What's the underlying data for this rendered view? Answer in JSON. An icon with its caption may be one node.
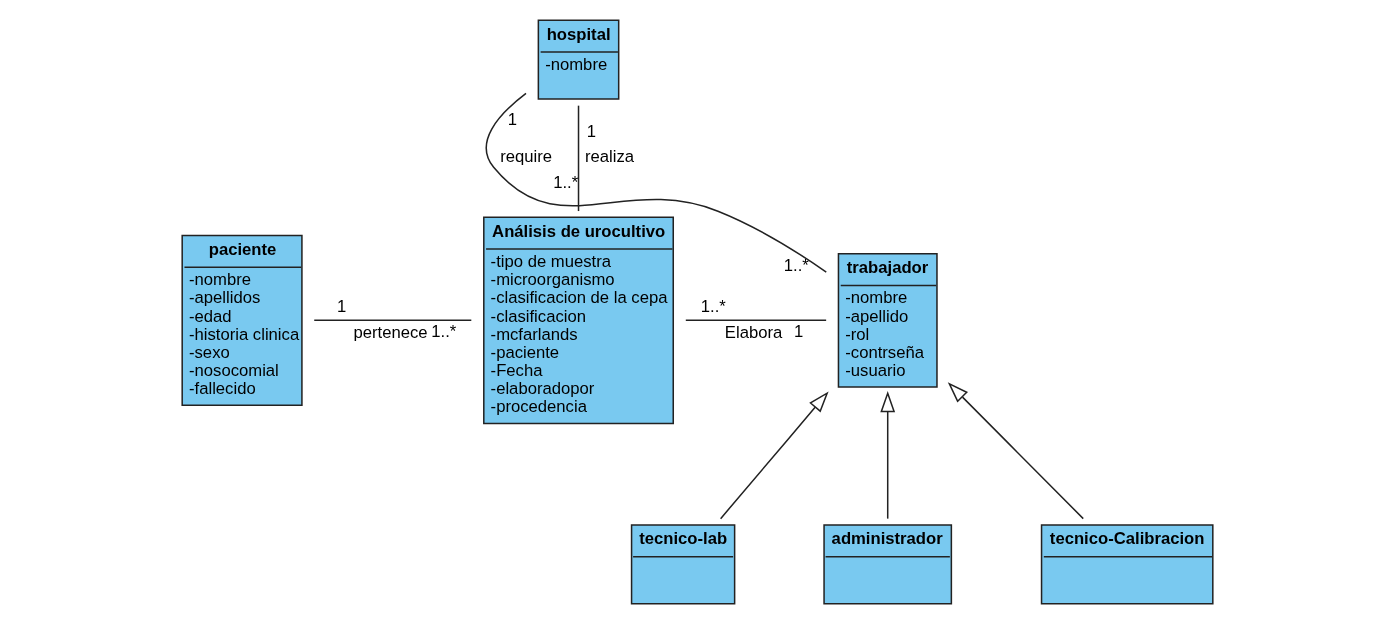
{
  "diagram": {
    "nodes": [
      {
        "text": [
          "hospital",
          "-nombre"
        ]
      },
      {
        "text": [
          "Análisis de urocultivo",
          "-tipo de muestra",
          "-microorganismo",
          "-clasificacion de la cepa",
          "-clasificacion",
          "-mcfarlands",
          "-paciente",
          "-Fecha",
          "-elaboradopor",
          "-procedencia"
        ]
      },
      {
        "text": [
          "trabajador",
          "-nombre",
          "-apellido",
          "-rol",
          "-contrseña",
          "-usuario"
        ]
      },
      {
        "text": [
          "paciente",
          "-nombre",
          "-apellidos",
          "-edad",
          "-historia clinica",
          "-sexo",
          "-nosocomial",
          "-fallecido"
        ]
      },
      {
        "text": [
          "tecnico-lab"
        ]
      },
      {
        "text": [
          "tecnico-Calibracion"
        ]
      },
      {
        "text": [
          "administrador"
        ]
      }
    ],
    "edges": [
      {
        "from": 1,
        "to": 0,
        "arrow": "none",
        "label": "realiza"
      },
      {
        "from": 0,
        "to": 2,
        "arrow": "none",
        "label": "require"
      },
      {
        "from": 1,
        "to": 2,
        "arrow": "none",
        "label": "Elabora"
      },
      {
        "from": 3,
        "to": 1,
        "arrow": "none",
        "label": "pertenece"
      },
      {
        "from": 4,
        "to": 2,
        "arrow": "to"
      },
      {
        "from": 6,
        "to": 2,
        "arrow": "to"
      },
      {
        "from": 5,
        "to": 2,
        "arrow": "to"
      }
    ],
    "labels": [
      "1..*",
      "1",
      "1",
      "1..*",
      "1",
      "1..*",
      "1",
      "1..*"
    ]
  }
}
